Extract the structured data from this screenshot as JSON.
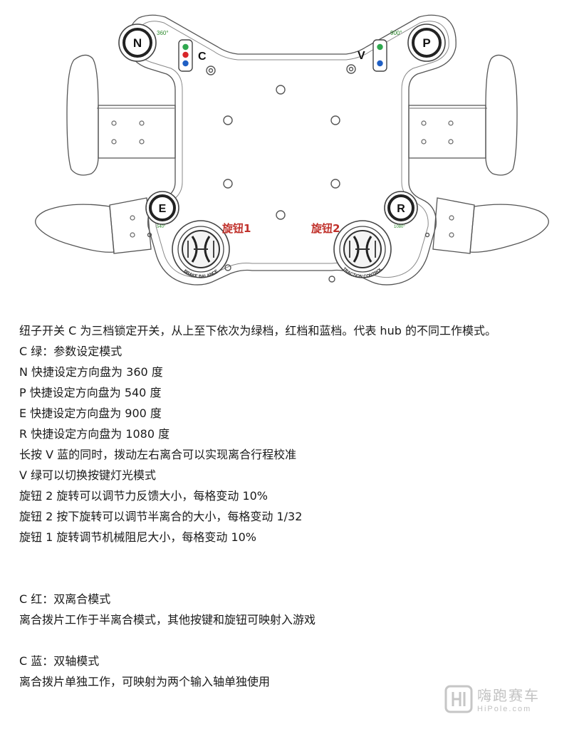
{
  "diagram": {
    "buttons": {
      "n": "N",
      "p": "P",
      "e": "E",
      "r": "R"
    },
    "button_degrees": {
      "n": "360°",
      "p": "900°",
      "e": "540°",
      "r": "1080°"
    },
    "switches": {
      "c": "C",
      "v": "V"
    },
    "knob1": {
      "label": "旋钮1",
      "ring_text": "BRAKE BALANCE"
    },
    "knob2": {
      "label": "旋钮2",
      "ring_text": "TRACTION CONTROL"
    },
    "colors": {
      "green": "#2fa84f",
      "red": "#d8262a",
      "blue": "#1f5fc4",
      "knob_label": "#c0302a",
      "degree_text": "#2e8b2e"
    }
  },
  "content": {
    "intro": "纽子开关 C 为三档锁定开关，从上至下依次为绿档，红档和蓝档。代表 hub 的不同工作模式。",
    "green_mode": [
      "C 绿：参数设定模式",
      "N 快捷设定方向盘为 360 度",
      "P 快捷设定方向盘为 540 度",
      "E 快捷设定方向盘为 900 度",
      "R 快捷设定方向盘为 1080 度",
      "长按 V 蓝的同时，拨动左右离合可以实现离合行程校准",
      "V 绿可以切换按键灯光模式",
      "旋钮 2 旋转可以调节力反馈大小，每格变动 10%",
      "旋钮 2 按下旋转可以调节半离合的大小，每格变动 1/32",
      "旋钮 1 旋转调节机械阻尼大小，每格变动 10%"
    ],
    "red_mode": [
      "C 红：双离合模式",
      "离合拨片工作于半离合模式，其他按键和旋钮可映射入游戏"
    ],
    "blue_mode": [
      "C 蓝：双轴模式",
      "离合拨片单独工作，可映射为两个输入轴单独使用"
    ]
  },
  "watermark": {
    "main": "嗨跑赛车",
    "sub": "HiPole.com"
  }
}
